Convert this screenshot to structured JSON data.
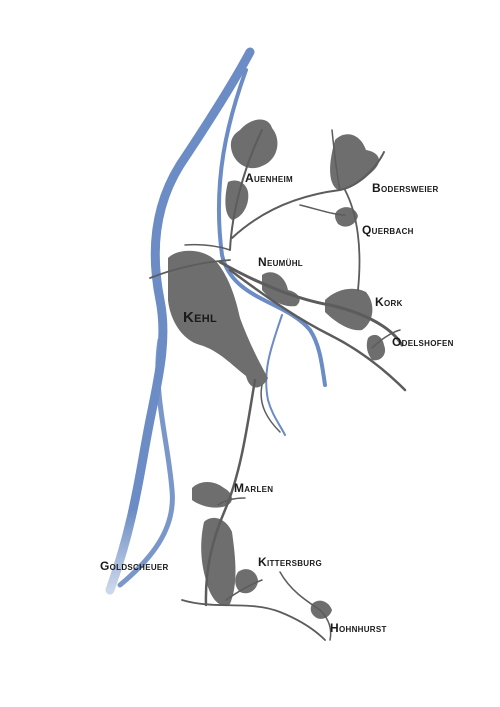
{
  "colors": {
    "river": "#6b8cc4",
    "settlement": "#6e6e6e",
    "road": "#5c5c5c",
    "label": "#1a1a1a",
    "background": "#ffffff"
  },
  "places": {
    "auenheim": "Auenheim",
    "bodersweier": "Bodersweier",
    "querbach": "Querbach",
    "neumuehl": "Neumühl",
    "kehl": "Kehl",
    "kork": "Kork",
    "odelshofen": "Odelshofen",
    "marlen": "Marlen",
    "goldscheuer": "Goldscheuer",
    "kittersburg": "Kittersburg",
    "hohnhurst": "Hohnhurst"
  }
}
